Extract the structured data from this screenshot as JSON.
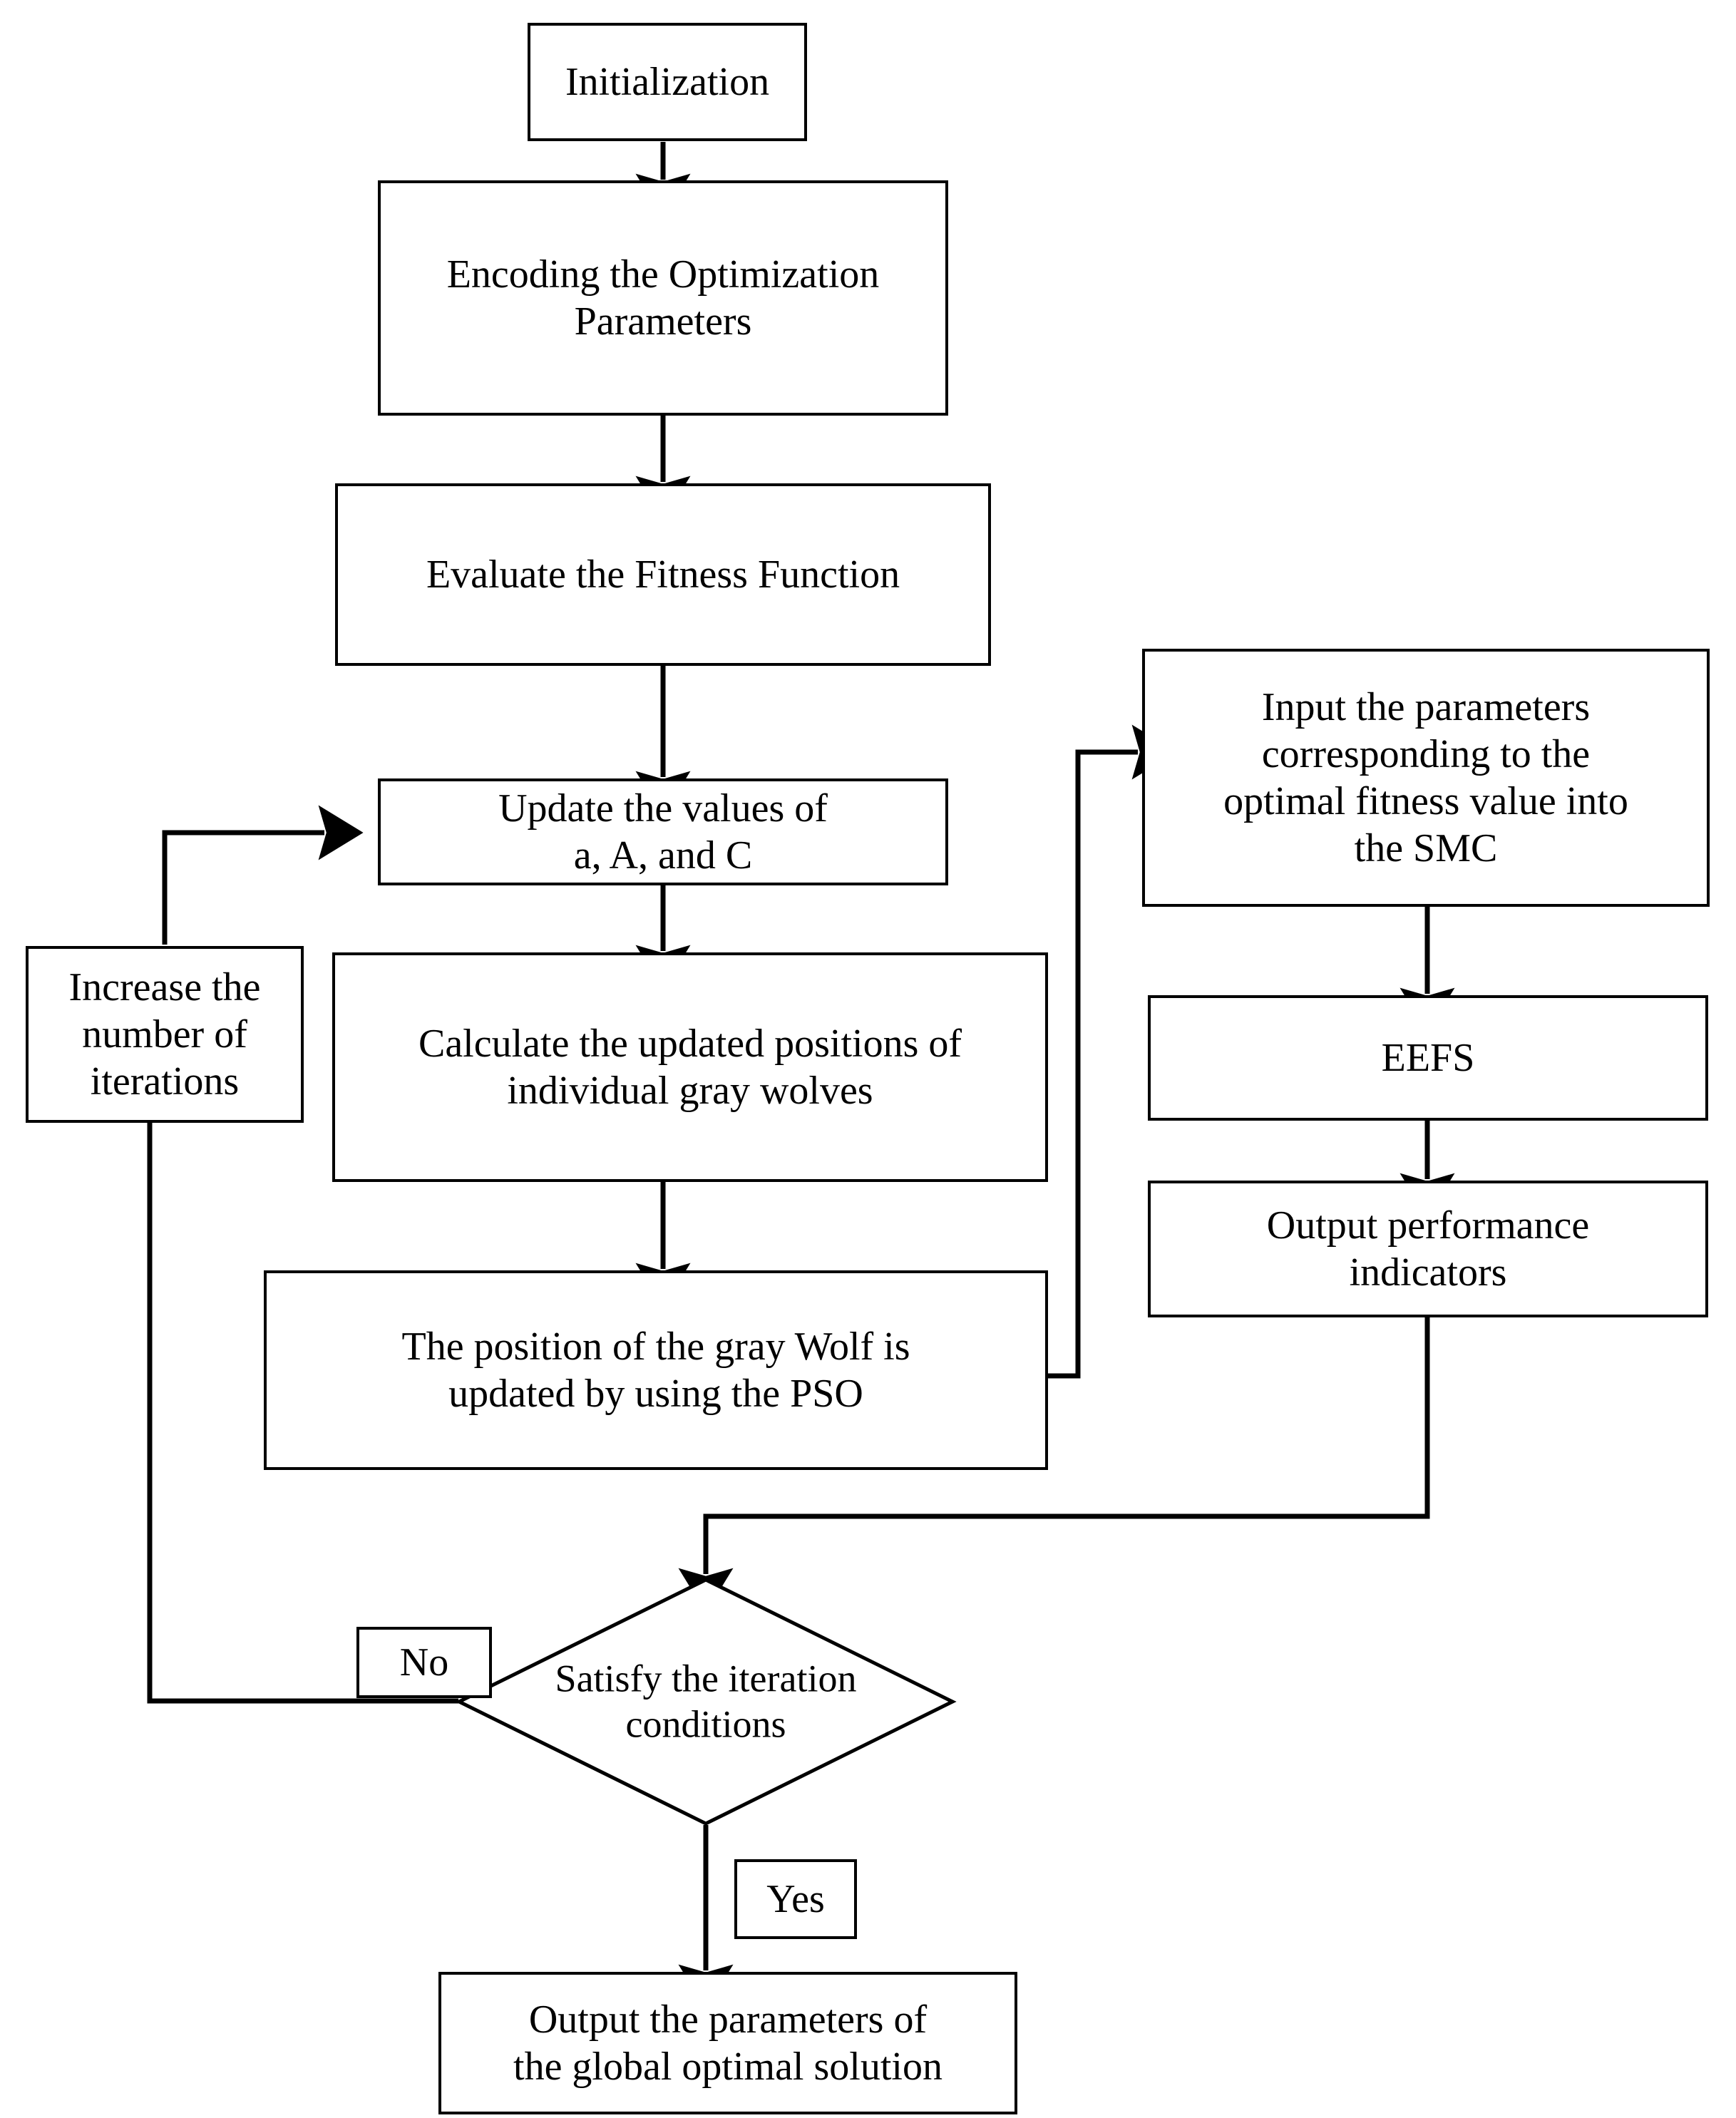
{
  "diagram": {
    "title": "Optimization algorithm flowchart",
    "type": "flowchart",
    "colors": {
      "stroke": "#000000",
      "fill": "#ffffff",
      "text": "#000000"
    },
    "nodes": {
      "initialization": {
        "label": "Initialization",
        "shape": "rectangle"
      },
      "encoding": {
        "label": "Encoding the Optimization\nParameters",
        "shape": "rectangle"
      },
      "evaluate_fitness": {
        "label": "Evaluate the Fitness Function",
        "shape": "rectangle"
      },
      "update_values": {
        "label": "Update the values of\na, A, and C",
        "shape": "rectangle"
      },
      "increase_iterations": {
        "label": "Increase the\nnumber of\niterations",
        "shape": "rectangle"
      },
      "calculate_positions": {
        "label": "Calculate the updated positions of\nindividual gray wolves",
        "shape": "rectangle"
      },
      "pso_update": {
        "label": "The position of the gray Wolf is\nupdated by using the PSO",
        "shape": "rectangle"
      },
      "input_parameters": {
        "label": "Input the parameters\ncorresponding to the\noptimal fitness value into\nthe SMC",
        "shape": "rectangle"
      },
      "eefs": {
        "label": "EEFS",
        "shape": "rectangle"
      },
      "output_indicators": {
        "label": "Output performance\nindicators",
        "shape": "rectangle"
      },
      "decision": {
        "label": "Satisfy the iteration\nconditions",
        "shape": "diamond"
      },
      "output_global": {
        "label": "Output the parameters of\nthe global optimal solution",
        "shape": "rectangle"
      }
    },
    "edge_labels": {
      "no": "No",
      "yes": "Yes"
    },
    "edges": [
      {
        "from": "initialization",
        "to": "encoding",
        "label": ""
      },
      {
        "from": "encoding",
        "to": "evaluate_fitness",
        "label": ""
      },
      {
        "from": "evaluate_fitness",
        "to": "update_values",
        "label": ""
      },
      {
        "from": "update_values",
        "to": "calculate_positions",
        "label": ""
      },
      {
        "from": "calculate_positions",
        "to": "pso_update",
        "label": ""
      },
      {
        "from": "pso_update",
        "to": "input_parameters",
        "label": ""
      },
      {
        "from": "input_parameters",
        "to": "eefs",
        "label": ""
      },
      {
        "from": "eefs",
        "to": "output_indicators",
        "label": ""
      },
      {
        "from": "output_indicators",
        "to": "decision",
        "label": ""
      },
      {
        "from": "decision",
        "to": "increase_iterations",
        "label": "No"
      },
      {
        "from": "increase_iterations",
        "to": "update_values",
        "label": ""
      },
      {
        "from": "decision",
        "to": "output_global",
        "label": "Yes"
      }
    ]
  }
}
